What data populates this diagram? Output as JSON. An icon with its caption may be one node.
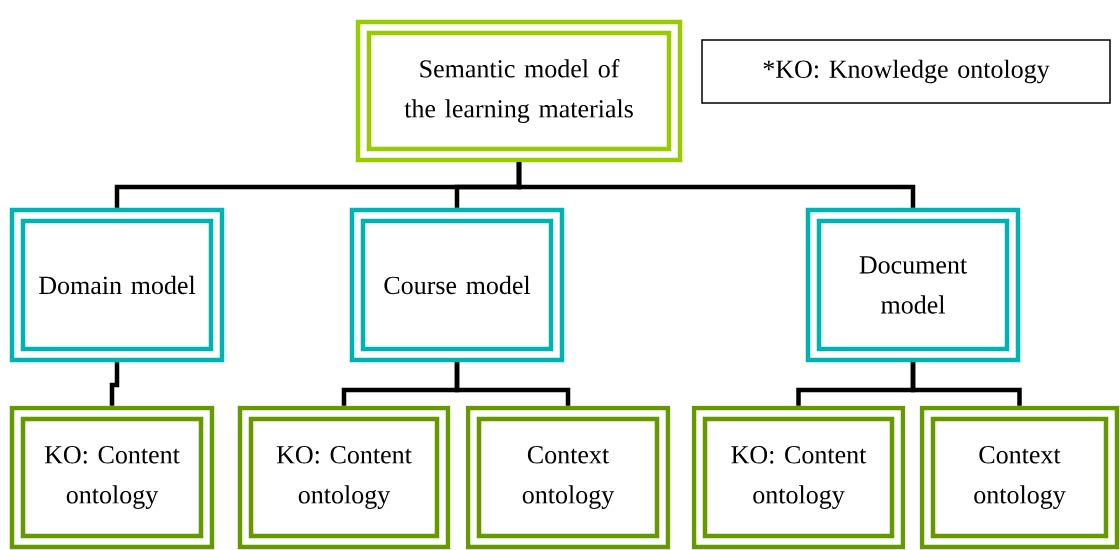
{
  "diagram": {
    "nodes": [
      {
        "text": [
          "Semantic model of the learning materials"
        ]
      },
      {
        "text": [
          "Domain model"
        ]
      },
      {
        "text": [
          "Course model"
        ]
      },
      {
        "text": [
          "Document model"
        ]
      },
      {
        "text": [
          "KO: Content ontology"
        ]
      },
      {
        "text": [
          "KO: Content ontology"
        ]
      },
      {
        "text": [
          "Context ontology"
        ]
      },
      {
        "text": [
          "KO: Content ontology"
        ]
      },
      {
        "text": [
          "Context ontology"
        ]
      },
      {
        "text": [
          "*KO: Knowledge ontology"
        ]
      }
    ],
    "edges": [
      {
        "from": 0,
        "to": 1,
        "arrow": "none"
      },
      {
        "from": 0,
        "to": 2,
        "arrow": "none"
      },
      {
        "from": 0,
        "to": 3,
        "arrow": "none"
      },
      {
        "from": 1,
        "to": 4,
        "arrow": "none"
      },
      {
        "from": 2,
        "to": 5,
        "arrow": "none"
      },
      {
        "from": 2,
        "to": 6,
        "arrow": "none"
      },
      {
        "from": 3,
        "to": 7,
        "arrow": "none"
      },
      {
        "from": 3,
        "to": 8,
        "arrow": "none"
      }
    ]
  }
}
